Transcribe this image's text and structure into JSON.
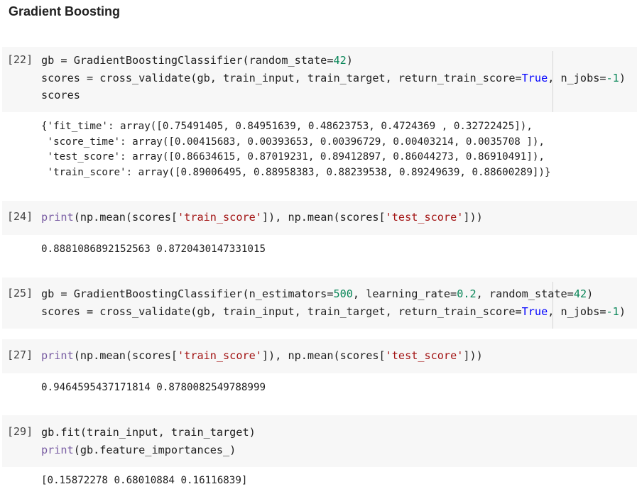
{
  "heading": "Gradient Boosting",
  "cells": {
    "c22": {
      "prompt": "[22]",
      "l1_a": "gb = GradientBoostingClassifier(random_state=",
      "l1_num": "42",
      "l1_b": ")",
      "l2_a": "scores = cross_validate(gb, train_input, train_target, return_train_score=",
      "l2_bool": "True",
      "l2_b": ", n_jobs=",
      "l2_num": "-1",
      "l2_c": ")",
      "l3": "scores",
      "out": [
        "{'fit_time': array([0.75491405, 0.84951639, 0.48623753, 0.4724369 , 0.32722425]),",
        " 'score_time': array([0.00415683, 0.00393653, 0.00396729, 0.00403214, 0.0035708 ]),",
        " 'test_score': array([0.86634615, 0.87019231, 0.89412897, 0.86044273, 0.86910491]),",
        " 'train_score': array([0.89006495, 0.88958383, 0.88239538, 0.89249639, 0.88600289])}"
      ]
    },
    "c24": {
      "prompt": "[24]",
      "kw": "print",
      "a": "(np.mean(scores[",
      "s1": "'train_score'",
      "b": "]), np.mean(scores[",
      "s2": "'test_score'",
      "c": "]))",
      "out": "0.8881086892152563 0.8720430147331015"
    },
    "c25": {
      "prompt": "[25]",
      "l1_a": "gb = GradientBoostingClassifier(n_estimators=",
      "l1_n1": "500",
      "l1_b": ", learning_rate=",
      "l1_n2": "0.2",
      "l1_c": ", random_state=",
      "l1_n3": "42",
      "l1_d": ")",
      "l2_a": "scores = cross_validate(gb, train_input, train_target, return_train_score=",
      "l2_bool": "True",
      "l2_b": ", n_jobs=",
      "l2_num": "-1",
      "l2_c": ")"
    },
    "c27": {
      "prompt": "[27]",
      "kw": "print",
      "a": "(np.mean(scores[",
      "s1": "'train_score'",
      "b": "]), np.mean(scores[",
      "s2": "'test_score'",
      "c": "]))",
      "out": "0.9464595437171814 0.8780082549788999"
    },
    "c29": {
      "prompt": "[29]",
      "l1": "gb.fit(train_input, train_target)",
      "kw": "print",
      "l2": "(gb.feature_importances_)",
      "out": "[0.15872278 0.68010884 0.16116839]"
    }
  },
  "colors": {
    "cell_bg": "#f7f7f7",
    "keyword": "#795da3",
    "string": "#a31515",
    "number": "#098658",
    "boolean": "#0000ff"
  }
}
